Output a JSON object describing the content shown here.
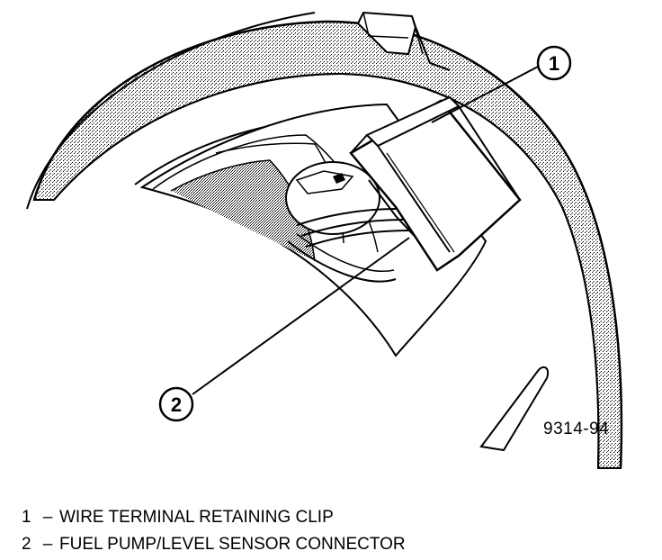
{
  "figure_id": "9314-94",
  "callouts": [
    {
      "number": "1",
      "text": "WIRE TERMINAL RETAINING CLIP"
    },
    {
      "number": "2",
      "text": "FUEL PUMP/LEVEL SENSOR CONNECTOR"
    }
  ],
  "legend_separator": "–"
}
